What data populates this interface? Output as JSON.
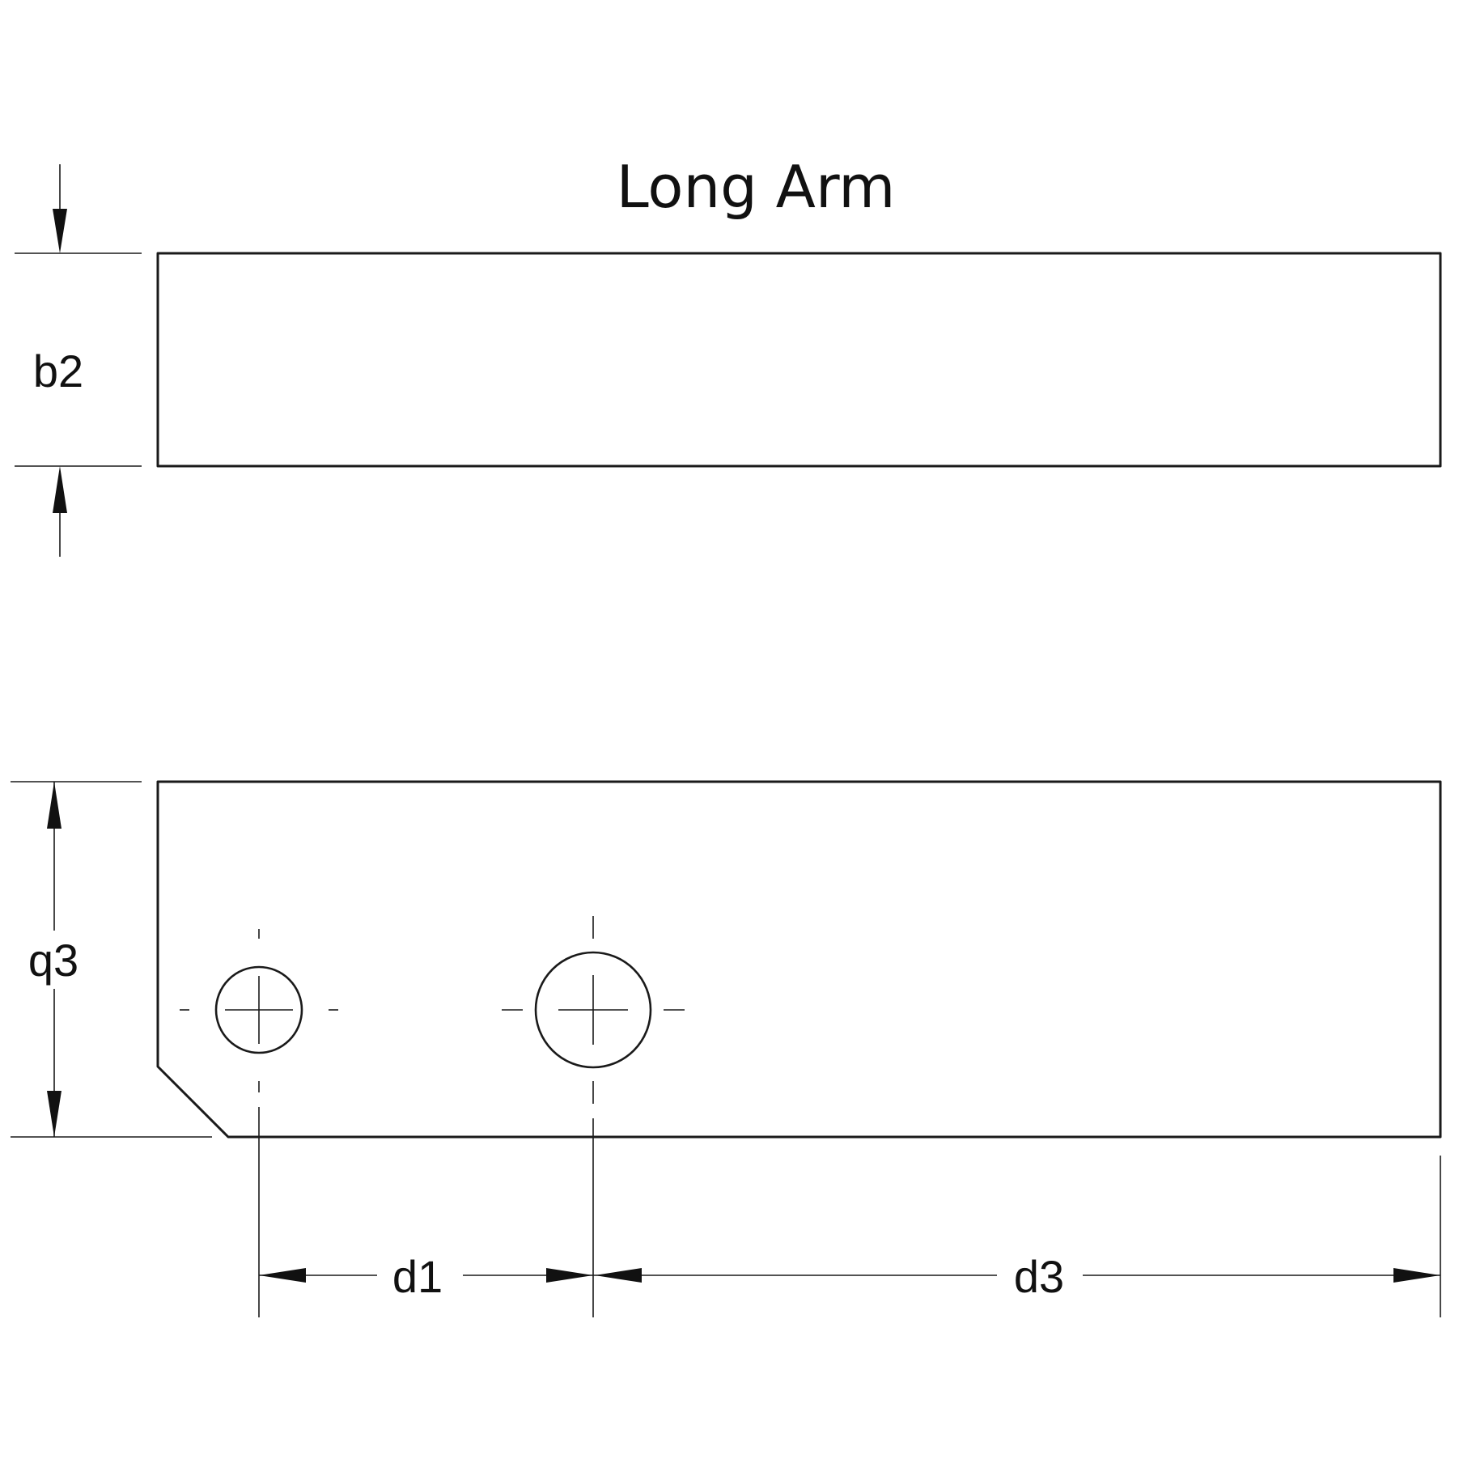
{
  "title": "Long Arm",
  "dimensions": {
    "b2": "b2",
    "q3": "q3",
    "d1": "d1",
    "d3": "d3"
  }
}
